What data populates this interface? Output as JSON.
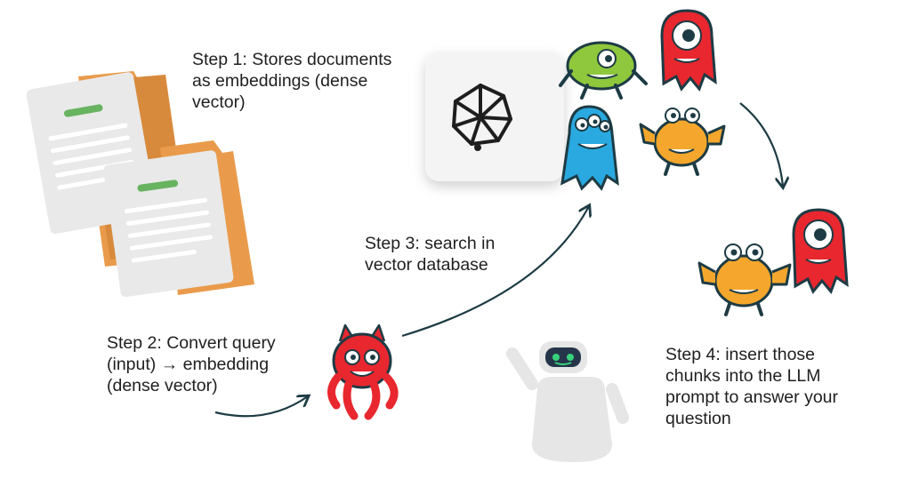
{
  "steps": {
    "step1": {
      "lines": [
        "Step 1: Stores documents",
        "as embeddings (dense",
        "vector)"
      ]
    },
    "step2": {
      "lines": [
        "Step 2: Convert query",
        "(input) → embedding",
        "(dense vector)"
      ]
    },
    "step3": {
      "lines": [
        "Step 3: search in",
        "vector database"
      ]
    },
    "step4": {
      "lines": [
        "Step 4: insert those",
        "chunks into the LLM",
        "prompt to answer your",
        "question"
      ]
    }
  },
  "icons": {
    "documents": "document-folder-icon",
    "database": "vector-database-icon",
    "query": "query-monster-icon",
    "chunks": "embedding-monster-icon",
    "llm": "robot-llm-icon"
  },
  "colors": {
    "folder": "#e99b4b",
    "paper": "#e9e9ea",
    "paper_line": "#ffffff",
    "paper_accent": "#67b35f",
    "db_tile": "#f4f4f4",
    "red_monster": "#e8272f",
    "green_monster": "#8fc73d",
    "blue_monster": "#2aa9e0",
    "orange_monster": "#f4a72c",
    "arrow": "#1d3b44",
    "robot": "#e6e6e6",
    "robot_eyes": "#38d17a"
  }
}
